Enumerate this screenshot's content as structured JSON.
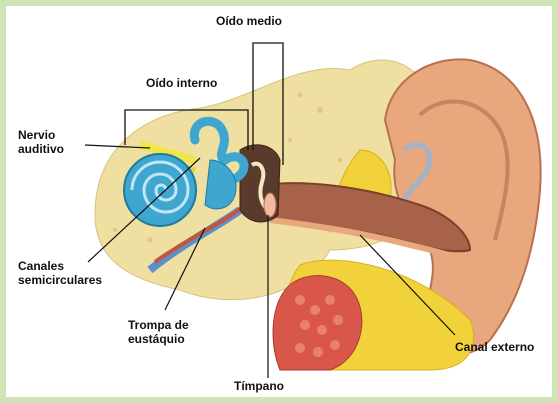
{
  "labels": {
    "oido_medio": "Oído medio",
    "oido_interno": "Oído interno",
    "nervio_auditivo": "Nervio\nauditivo",
    "canales_semicirculares": "Canales\nsemicirculares",
    "trompa_de_eustaquio": "Trompa de\neustáquio",
    "timpano": "Tímpano",
    "canal_externo": "Canal externo"
  },
  "colors": {
    "frame": "#cfe3b4",
    "bone": "#efdfa0",
    "skin": "#e9a77e",
    "canal": "#a8624a",
    "cochlea": "#3ea6cf",
    "fat": "#f2d23a",
    "muscle": "#d9574a",
    "nerve": "#f0e64a"
  }
}
